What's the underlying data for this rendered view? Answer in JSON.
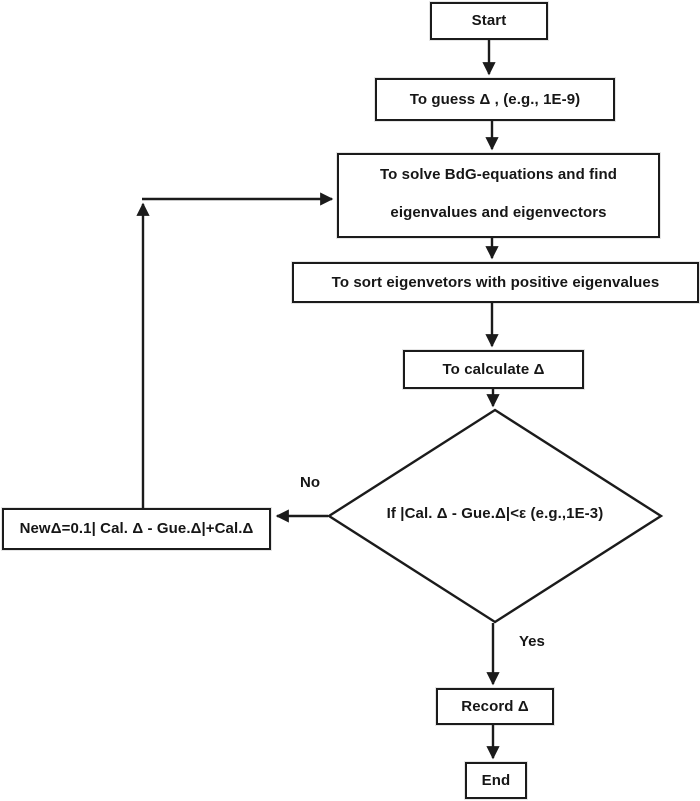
{
  "colors": {
    "ink": "#1b1b1b",
    "background": "#ffffff"
  },
  "nodes": {
    "start": {
      "label": "Start"
    },
    "guess": {
      "label": "To guess Δ , (e.g., 1E-9)"
    },
    "solve": {
      "line1": "To solve BdG-equations and find",
      "line2": "eigenvalues and eigenvectors"
    },
    "sort": {
      "label": "To sort eigenvetors with positive eigenvalues"
    },
    "calculate": {
      "label": "To calculate Δ"
    },
    "decision": {
      "label": "If |Cal. Δ - Gue.Δ|<ε (e.g.,1E-3)"
    },
    "new_delta": {
      "label": "NewΔ=0.1| Cal. Δ - Gue.Δ|+Cal.Δ"
    },
    "record": {
      "label": "Record Δ"
    },
    "end": {
      "label": "End"
    }
  },
  "edge_labels": {
    "no": "No",
    "yes": "Yes"
  }
}
